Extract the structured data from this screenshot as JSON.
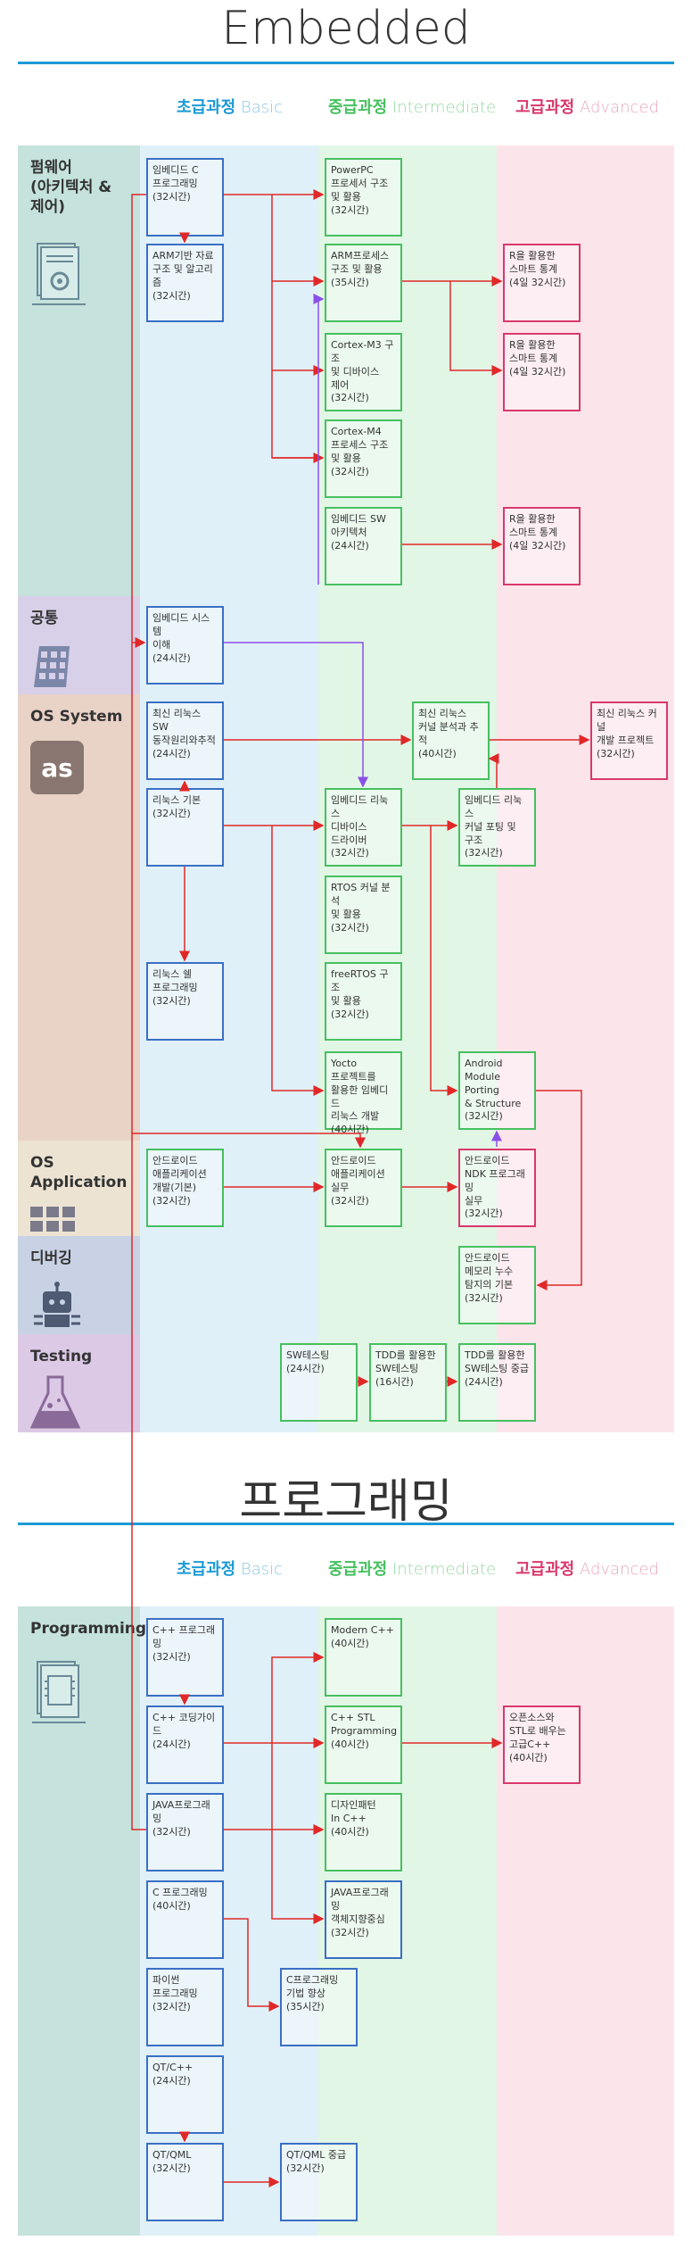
{
  "sections": [
    {
      "title": "Embedded",
      "levels": [
        {
          "ko": "초급과정",
          "en": "Basic",
          "color": "#1c9ad6"
        },
        {
          "ko": "중급과정",
          "en": "Intermediate",
          "color": "#46c05f"
        },
        {
          "ko": "고급과정",
          "en": "Advanced",
          "color": "#d9386b"
        }
      ],
      "categories": [
        {
          "label": "펌웨어\n(아키텍처 &\n제어)",
          "icon": "document-gear-icon"
        },
        {
          "label": "공통",
          "icon": "building-icon"
        },
        {
          "label": "OS System",
          "icon": "lastfm-icon"
        },
        {
          "label": "OS\nApplication",
          "icon": "grid-icon"
        },
        {
          "label": "디버깅",
          "icon": "robot-icon"
        },
        {
          "label": "Testing",
          "icon": "flask-icon"
        }
      ],
      "boxes": {
        "fw_c": "임베디드 C\n프로그래밍\n(32시간)",
        "fw_arm_ds": "ARM기반 자료\n구조 및 알고리즘\n(32시간)",
        "fw_ppc": "PowerPC\n프로세서 구조\n및 활용\n(32시간)",
        "fw_arm": "ARM프로세스\n구조 및 활용\n(35시간)",
        "fw_cm3": "Cortex-M3 구조\n및 디바이스\n제어\n(32시간)",
        "fw_cm4": "Cortex-M4\n프로세스 구조\n및 활용\n(32시간)",
        "fw_swarch": "임베디드 SW\n아키텍처\n(24시간)",
        "fw_r1": "R을 활용한\n스마트 통계\n(4일 32시간)",
        "fw_r2": "R을 활용한\n스마트 통계\n(4일 32시간)",
        "fw_r3": "R을 활용한\n스마트 통계\n(4일 32시간)",
        "cm_sys": "임베디드 시스템\n이해\n(24시간)",
        "os_trace": "최신 리눅스 SW\n동작원리와추적\n(24시간)",
        "os_kernel": "최신 리눅스\n커널 분석과 추적\n(40시간)",
        "os_kproj": "최신 리눅스 커널\n개발 프로젝트\n(32시간)",
        "os_linux": "리눅스 기본\n(32시간)",
        "os_driver": "임베디드 리눅스\n디바이스\n드라이버\n(32시간)",
        "os_port": "임베디드 리눅스\n커널 포팅 및\n구조\n(32시간)",
        "os_rtos": "RTOS 커널 분석\n및 활용\n(32시간)",
        "os_shell": "리눅스 쉘\n프로그래밍\n(32시간)",
        "os_freertos": "freeRTOS 구조\n및 활용\n(32시간)",
        "os_yocto": "Yocto\n프로젝트를\n활용한 임베디드\n리눅스 개발\n(40시간)",
        "os_amp": "Android\nModule Porting\n& Structure\n(32시간)",
        "app_basic": "안드로이드\n애플리케이션\n개발(기본)\n(32시간)",
        "app_prac": "안드로이드\n애플리케이션\n실무\n(32시간)",
        "app_ndk": "안드로이드\nNDK 프로그래밍\n실무\n(32시간)",
        "dbg_mem": "안드로이드\n메모리 누수\n탐지의 기본\n(32시간)",
        "t_sw": "SW테스팅\n(24시간)",
        "t_tdd1": "TDD를 활용한\nSW테스팅\n(16시간)",
        "t_tdd2": "TDD를 활용한\nSW테스팅 중급\n(24시간)"
      }
    },
    {
      "title": "프로그래밍",
      "levels": [
        {
          "ko": "초급과정",
          "en": "Basic",
          "color": "#1c9ad6"
        },
        {
          "ko": "중급과정",
          "en": "Intermediate",
          "color": "#46c05f"
        },
        {
          "ko": "고급과정",
          "en": "Advanced",
          "color": "#d9386b"
        }
      ],
      "categories": [
        {
          "label": "Programming",
          "icon": "code-document-icon"
        }
      ],
      "boxes": {
        "p_cpp": "C++ 프로그래밍\n(32시간)",
        "p_cppguide": "C++ 코딩가이드\n(24시간)",
        "p_java": "JAVA프로그래밍\n(32시간)",
        "p_c": "C 프로그래밍\n(40시간)",
        "p_py": "파이썬\n프로그래밍\n(32시간)",
        "p_qtcpp": "QT/C++\n(24시간)",
        "p_qtqml": "QT/QML\n(32시간)",
        "p_modern": "Modern C++\n(40시간)",
        "p_stl": "C++ STL\nProgramming\n(40시간)",
        "p_dp": "디자인패턴\nIn C++\n(40시간)",
        "p_javaoo": "JAVA프로그래밍\n객체지향중심\n(32시간)",
        "p_cadv": "C프로그래밍\n기법 향상\n(35시간)",
        "p_qtqml2": "QT/QML 중급\n(32시간)",
        "p_oss": "오픈소스와\nSTL로 배우는\n고급C++\n(40시간)"
      }
    }
  ],
  "colors": {
    "accent": "#1c9ad6",
    "basic_bg": "#e0f0f8",
    "intermediate_bg": "#e2f6e6",
    "advanced_bg": "#fbe5eb",
    "basic_border": "#3a6fc4",
    "intermediate_border": "#46c05f",
    "advanced_border": "#d9386b",
    "arrow_red": "#e02828",
    "arrow_purple": "#8a4fe8"
  }
}
